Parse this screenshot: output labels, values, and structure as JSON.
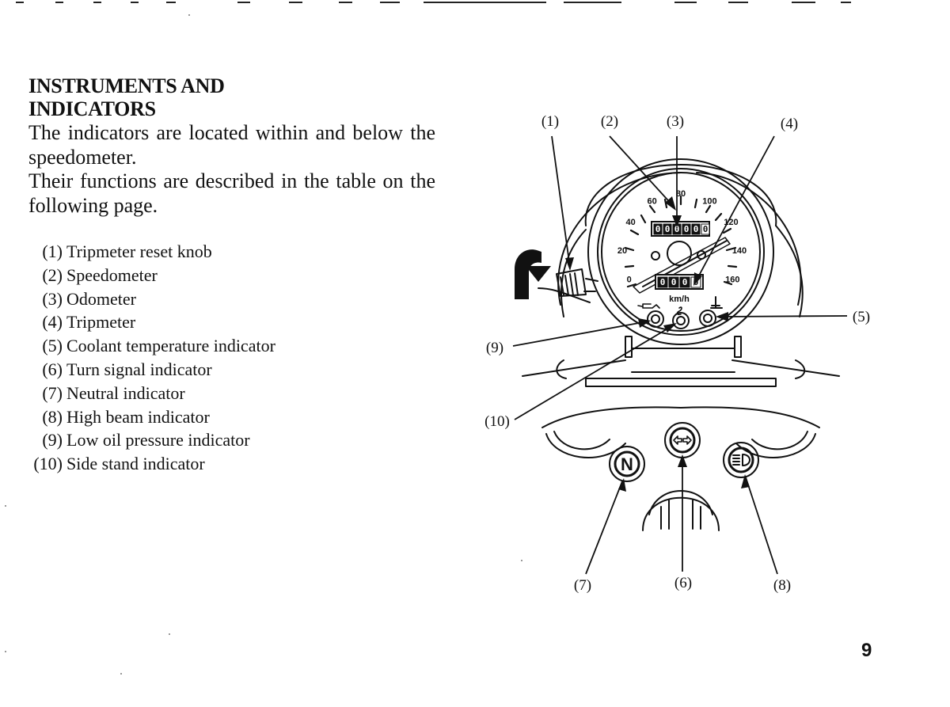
{
  "section": {
    "heading_lines": [
      "INSTRUMENTS AND",
      "INDICATORS"
    ],
    "intro": [
      "The indicators are located within and below the speedometer.",
      "Their functions are described in the table on the following page."
    ]
  },
  "legend": [
    {
      "num": "(1)",
      "label": "Tripmeter reset knob"
    },
    {
      "num": "(2)",
      "label": "Speedometer"
    },
    {
      "num": "(3)",
      "label": "Odometer"
    },
    {
      "num": "(4)",
      "label": "Tripmeter"
    },
    {
      "num": "(5)",
      "label": "Coolant temperature indicator"
    },
    {
      "num": "(6)",
      "label": "Turn signal indicator"
    },
    {
      "num": "(7)",
      "label": "Neutral indicator"
    },
    {
      "num": "(8)",
      "label": "High beam indicator"
    },
    {
      "num": "(9)",
      "label": "Low oil pressure indicator"
    },
    {
      "num": "(10)",
      "label": "Side stand indicator"
    }
  ],
  "diagram": {
    "callouts": [
      "(1)",
      "(2)",
      "(3)",
      "(4)",
      "(5)",
      "(6)",
      "(7)",
      "(8)",
      "(9)",
      "(10)"
    ],
    "speed_scale": [
      "0",
      "20",
      "40",
      "60",
      "80",
      "100",
      "120",
      "140",
      "160"
    ],
    "unit": "km/h",
    "odometer_digits": "000000",
    "tripmeter_digits": "0000",
    "neutral_letter": "N",
    "icons": [
      "oil-can-icon",
      "coolant-thermometer-icon",
      "side-stand-icon",
      "turn-signal-arrows-icon",
      "high-beam-icon",
      "tripmeter-reset-arrow-icon"
    ]
  },
  "page_number": "9"
}
